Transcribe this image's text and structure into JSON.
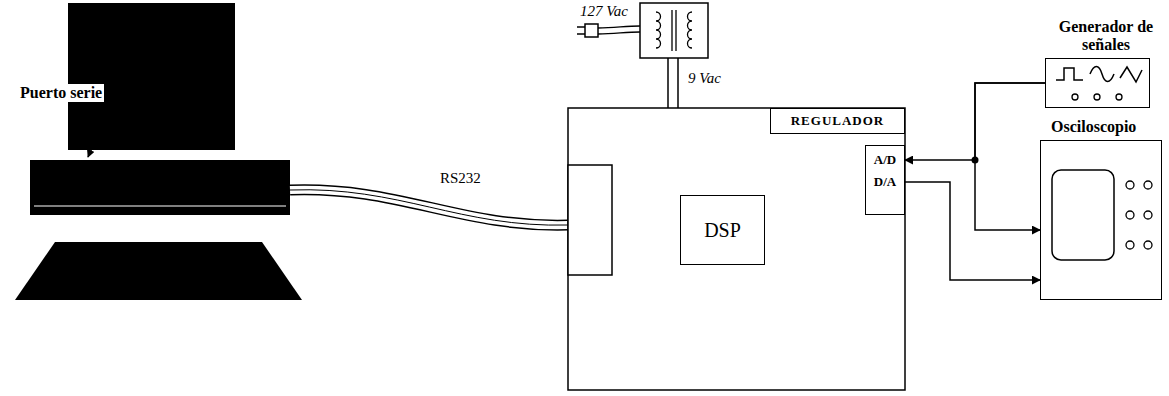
{
  "diagram": {
    "nodes": [
      {
        "text": [
          "REGULADOR"
        ]
      },
      {
        "text": [
          "DSP"
        ]
      },
      {
        "text": [
          "A/D",
          "D/A"
        ]
      },
      {
        "text": [
          "Generador de señales"
        ]
      },
      {
        "text": [
          "Osciloscopio"
        ]
      }
    ],
    "edges": [
      {
        "from": 3,
        "to": 2,
        "arrow": "to"
      },
      {
        "from": 3,
        "to": 4,
        "arrow": "to"
      },
      {
        "from": 2,
        "to": 4,
        "arrow": "to"
      }
    ],
    "labels": [
      "Puerto serie",
      "RS232",
      "127 Vac",
      "9 Vac"
    ]
  }
}
